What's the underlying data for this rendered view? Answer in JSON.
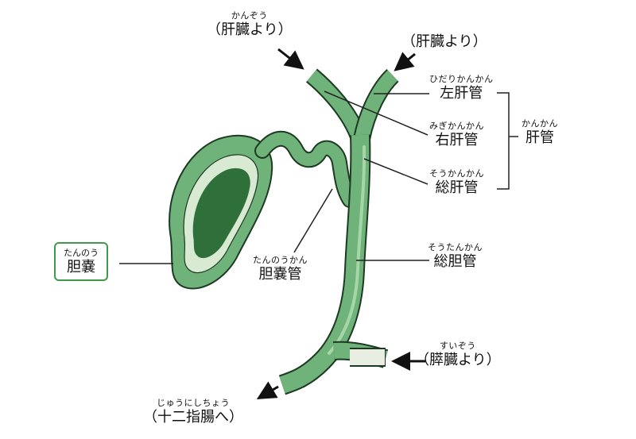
{
  "labels": {
    "pancreas_top_left": {
      "ruby": "かんぞう",
      "text": "（肝臓より）"
    },
    "pancreas_top_right": {
      "text": "（肝臓より）"
    },
    "left_hepatic_duct": {
      "ruby": "ひだりかんかん",
      "text": "左肝管"
    },
    "right_hepatic_duct": {
      "ruby": "みぎかんかん",
      "text": "右肝管"
    },
    "common_hepatic_duct": {
      "ruby": "そうかんかん",
      "text": "総肝管"
    },
    "hepatic_duct_group": {
      "ruby": "かんかん",
      "text": "肝管"
    },
    "common_bile_duct": {
      "ruby": "そうたんかん",
      "text": "総胆管"
    },
    "cystic_duct": {
      "ruby": "たんのうかん",
      "text": "胆嚢管"
    },
    "gallbladder": {
      "ruby": "たんのう",
      "text": "胆嚢"
    },
    "from_pancreas": {
      "ruby": "すいぞう",
      "text": "（膵臓より）"
    },
    "to_duodenum": {
      "ruby": "じゅうにしちょう",
      "text": "（十二指腸へ）"
    }
  },
  "colors": {
    "duct_fill": "#6fb37a",
    "duct_dark": "#3d8a4c",
    "duct_highlight": "#a6d6a8",
    "gallbladder_dark": "#2f6f3a",
    "gallbladder_inner": "#d9ead2",
    "pancreatic_duct": "#e8efe2",
    "box_border": "#3f9a4a",
    "line": "#222222"
  }
}
